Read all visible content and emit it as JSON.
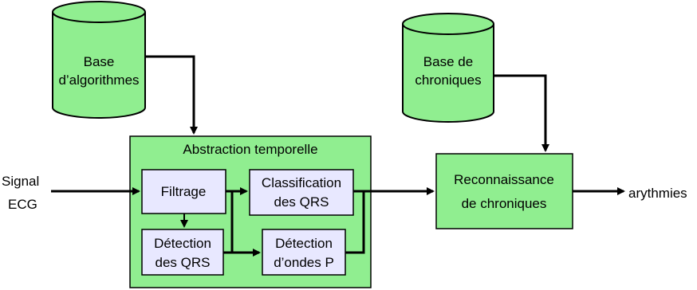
{
  "colors": {
    "green_fill": "#90EE90",
    "lavender_fill": "#E8E8FF",
    "stroke": "#000000",
    "arrow": "#000000"
  },
  "databases": {
    "algorithms": {
      "line1": "Base",
      "line2": "d’algorithmes"
    },
    "chronicles": {
      "line1": "Base de",
      "line2": "chroniques"
    }
  },
  "abstraction": {
    "title": "Abstraction temporelle",
    "filtrage": "Filtrage",
    "classification": {
      "line1": "Classification",
      "line2": "des QRS"
    },
    "detection_qrs": {
      "line1": "Détection",
      "line2": "des QRS"
    },
    "detection_p": {
      "line1": "Détection",
      "line2": "d’ondes P"
    }
  },
  "recognition": {
    "line1": "Reconnaissance",
    "line2": "de chroniques"
  },
  "input": {
    "line1": "Signal",
    "line2": "ECG"
  },
  "output": "arythmies"
}
